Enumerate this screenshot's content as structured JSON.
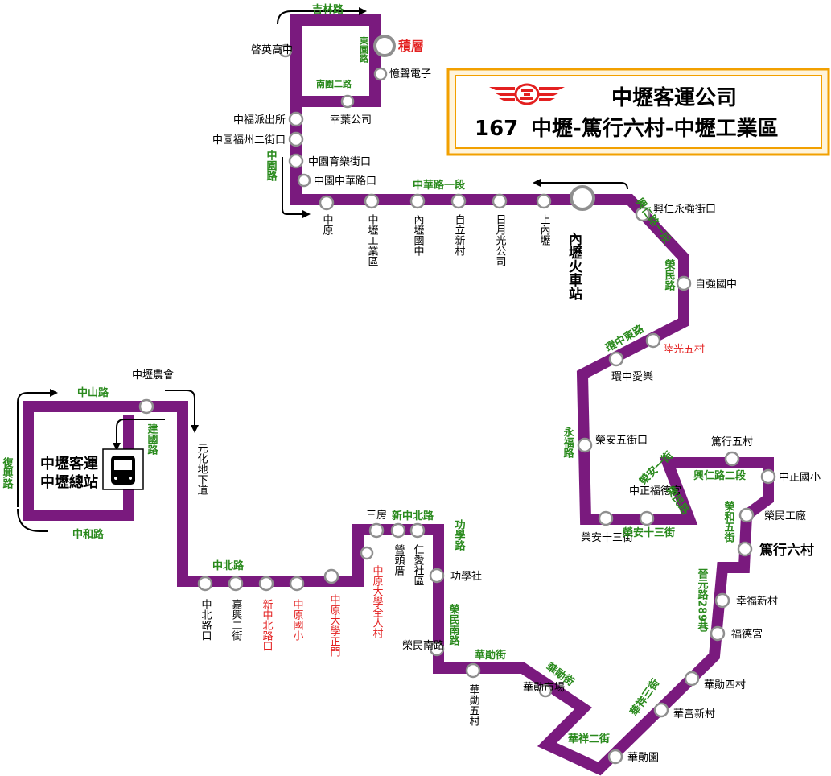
{
  "header": {
    "company": "中壢客運公司",
    "route_number": "167",
    "route_name": "中壢-篤行六村-中壢工業區"
  },
  "colors": {
    "route": "#7a1a7e",
    "road_label": "#2a8a1d",
    "highlight": "#e32020",
    "frame": "#f2a000"
  },
  "depot": {
    "line1": "中壢客運",
    "line2": "中壢總站"
  },
  "stations": {
    "jili": "積層",
    "neili_station": "內壢火車站",
    "duxing": "篤行六村"
  },
  "stops": {
    "qiying": "啓英高中",
    "yisheng": "憶聲電子",
    "xingye": "幸葉公司",
    "zhongfu_police": "中福派出所",
    "zhongyuan_fuzhou": "中園福州二街口",
    "zhongyuan_yule": "中園育樂街口",
    "zhongyuan_zhonghua": "中園中華路口",
    "zhongyuan": "中原",
    "industrial": "中壢工業區",
    "neili_jh": "內壢國中",
    "zili": "自立新村",
    "riyue": "日月光公司",
    "shangneili": "上內壢",
    "xingren": "興仁永強街口",
    "ziqiang": "自強國中",
    "luguang": "陸光五村",
    "huanzhong": "環中愛樂",
    "rongan5": "榮安五街口",
    "rongan13": "榮安十三街",
    "fude": "中正福德宮",
    "duxing5": "篤行五村",
    "zhongzheng": "中正國小",
    "rongmin_factory": "榮民工廠",
    "xingfu": "幸福新村",
    "fudegong": "福德宮",
    "huaxun4": "華勛四村",
    "huafu": "華富新村",
    "huaxun_yuan": "華勛園",
    "huaxun_market": "華勛市場",
    "huaxun5": "華勛五村",
    "rongmin_rd": "榮民南路",
    "gongxue": "功學社",
    "renai": "仁愛社區",
    "yingtou": "營頭厝",
    "sanfang": "三房",
    "cycu_village": "中原大學全人村",
    "cycu_gate": "中原大學正門",
    "cy_elem": "中原國小",
    "xinzhongbei": "新中北路口",
    "jiaxing": "嘉興二街",
    "zhongbei": "中北路口",
    "farm": "中壢農會",
    "underpass": "元化地下道"
  },
  "roads": {
    "jilin": "吉林路",
    "dongyuan": "東園路",
    "nanyuan": "南園二路",
    "zhongyuan_rd": "中園路",
    "zhonghua": "中華路一段",
    "xingren_rd": "興仁路一段",
    "rongmin": "榮民路",
    "huanzhong_east": "環中東路",
    "yongfu": "永福路",
    "rongan1": "榮安一街",
    "rongmin2": "榮民路",
    "xingren2": "興仁路二段",
    "rongan13_st": "榮安十三街",
    "rongwu": "榮和五街",
    "jinyuan": "晉元路289巷",
    "huaxiang3": "華祥三街",
    "huaxiang2": "華祥二街",
    "huaxun_st": "華勛街",
    "gongxue_rd": "功學路",
    "rongmin_south": "榮民南路",
    "xinzhongbei_rd": "新中北路",
    "zhongbei_rd": "中北路",
    "jianguo": "建國路",
    "zhongshan": "中山路",
    "fuxing": "復興路",
    "zhonghe": "中和路"
  }
}
